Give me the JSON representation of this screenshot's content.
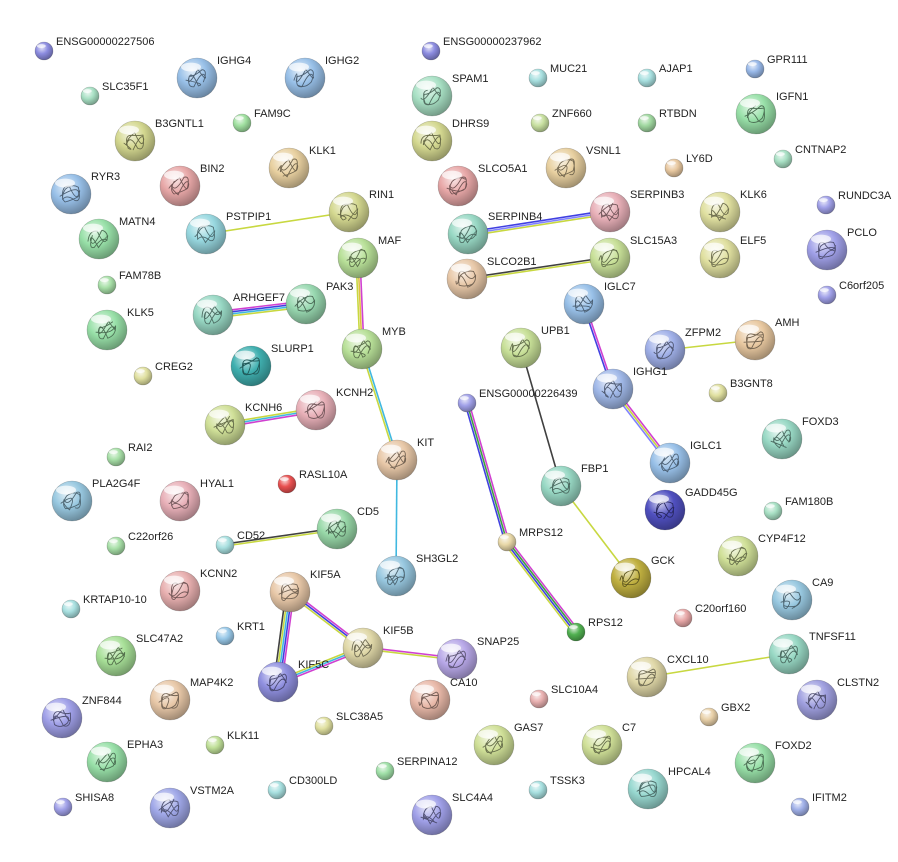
{
  "nodes": [
    {
      "id": "ENSG00000227506",
      "label": "ENSG00000227506",
      "color": "#8c8ce0",
      "size": "s",
      "structure": false
    },
    {
      "id": "ENSG00000237962",
      "label": "ENSG00000237962",
      "color": "#8c8ce0",
      "size": "s",
      "structure": false
    },
    {
      "id": "SLC35F1",
      "label": "SLC35F1",
      "color": "#a8e0c4",
      "size": "s",
      "structure": false
    },
    {
      "id": "IGHG4",
      "label": "IGHG4",
      "color": "#98c0e8",
      "size": "l",
      "structure": true
    },
    {
      "id": "IGHG2",
      "label": "IGHG2",
      "color": "#98c0e8",
      "size": "l",
      "structure": true
    },
    {
      "id": "SPAM1",
      "label": "SPAM1",
      "color": "#a8e0c4",
      "size": "l",
      "structure": true
    },
    {
      "id": "MUC21",
      "label": "MUC21",
      "color": "#a8e0e0",
      "size": "s",
      "structure": false
    },
    {
      "id": "AJAP1",
      "label": "AJAP1",
      "color": "#a8e0e0",
      "size": "s",
      "structure": false
    },
    {
      "id": "GPR111",
      "label": "GPR111",
      "color": "#98b8e8",
      "size": "s",
      "structure": false
    },
    {
      "id": "IGFN1",
      "label": "IGFN1",
      "color": "#98e0a8",
      "size": "l",
      "structure": true
    },
    {
      "id": "FAM9C",
      "label": "FAM9C",
      "color": "#a0e0a0",
      "size": "s",
      "structure": false
    },
    {
      "id": "B3GNTL1",
      "label": "B3GNTL1",
      "color": "#d4d890",
      "size": "l",
      "structure": true
    },
    {
      "id": "DHRS9",
      "label": "DHRS9",
      "color": "#d4d890",
      "size": "l",
      "structure": true
    },
    {
      "id": "ZNF660",
      "label": "ZNF660",
      "color": "#c8e0a0",
      "size": "s",
      "structure": false
    },
    {
      "id": "RTBDN",
      "label": "RTBDN",
      "color": "#a0d8a0",
      "size": "s",
      "structure": false
    },
    {
      "id": "KLK1",
      "label": "KLK1",
      "color": "#e8d0a0",
      "size": "l",
      "structure": true
    },
    {
      "id": "BIN2",
      "label": "BIN2",
      "color": "#e8a8a8",
      "size": "l",
      "structure": true
    },
    {
      "id": "SLCO5A1",
      "label": "SLCO5A1",
      "color": "#e8a8a8",
      "size": "l",
      "structure": true
    },
    {
      "id": "VSNL1",
      "label": "VSNL1",
      "color": "#e8d0a0",
      "size": "l",
      "structure": true
    },
    {
      "id": "LY6D",
      "label": "LY6D",
      "color": "#e8c8a0",
      "size": "s",
      "structure": false
    },
    {
      "id": "CNTNAP2",
      "label": "CNTNAP2",
      "color": "#a8e0c4",
      "size": "s",
      "structure": false
    },
    {
      "id": "RYR3",
      "label": "RYR3",
      "color": "#98c0e8",
      "size": "l",
      "structure": true
    },
    {
      "id": "RIN1",
      "label": "RIN1",
      "color": "#d4d890",
      "size": "l",
      "structure": true
    },
    {
      "id": "PSTPIP1",
      "label": "PSTPIP1",
      "color": "#98d8e0",
      "size": "l",
      "structure": true
    },
    {
      "id": "SERPINB3",
      "label": "SERPINB3",
      "color": "#e8b0b8",
      "size": "l",
      "structure": true
    },
    {
      "id": "KLK6",
      "label": "KLK6",
      "color": "#e0e0a0",
      "size": "l",
      "structure": true
    },
    {
      "id": "RUNDC3A",
      "label": "RUNDC3A",
      "color": "#a0a0e8",
      "size": "s",
      "structure": false
    },
    {
      "id": "MATN4",
      "label": "MATN4",
      "color": "#98e0a8",
      "size": "l",
      "structure": true
    },
    {
      "id": "SERPINB4",
      "label": "SERPINB4",
      "color": "#98d8c4",
      "size": "l",
      "structure": true
    },
    {
      "id": "MAF",
      "label": "MAF",
      "color": "#b8e098",
      "size": "l",
      "structure": true
    },
    {
      "id": "SLC15A3",
      "label": "SLC15A3",
      "color": "#c8e098",
      "size": "l",
      "structure": true
    },
    {
      "id": "ELF5",
      "label": "ELF5",
      "color": "#e0e0a0",
      "size": "l",
      "structure": true
    },
    {
      "id": "PCLO",
      "label": "PCLO",
      "color": "#a0a0e8",
      "size": "l",
      "structure": true
    },
    {
      "id": "FAM78B",
      "label": "FAM78B",
      "color": "#a8e0a8",
      "size": "s",
      "structure": false
    },
    {
      "id": "SLCO2B1",
      "label": "SLCO2B1",
      "color": "#e8c8a8",
      "size": "l",
      "structure": true
    },
    {
      "id": "PAK3",
      "label": "PAK3",
      "color": "#98d8b0",
      "size": "l",
      "structure": true
    },
    {
      "id": "IGLC7",
      "label": "IGLC7",
      "color": "#98c0e8",
      "size": "l",
      "structure": true
    },
    {
      "id": "C6orf205",
      "label": "C6orf205",
      "color": "#a0a0e8",
      "size": "s",
      "structure": false
    },
    {
      "id": "ARHGEF7",
      "label": "ARHGEF7",
      "color": "#98d8c4",
      "size": "l",
      "structure": true
    },
    {
      "id": "KLK5",
      "label": "KLK5",
      "color": "#98e0a8",
      "size": "l",
      "structure": true
    },
    {
      "id": "MYB",
      "label": "MYB",
      "color": "#b8e098",
      "size": "l",
      "structure": true
    },
    {
      "id": "UPB1",
      "label": "UPB1",
      "color": "#c8e098",
      "size": "l",
      "structure": true
    },
    {
      "id": "ZFPM2",
      "label": "ZFPM2",
      "color": "#a0b0e8",
      "size": "l",
      "structure": true
    },
    {
      "id": "AMH",
      "label": "AMH",
      "color": "#e8c8a0",
      "size": "l",
      "structure": true
    },
    {
      "id": "SLURP1",
      "label": "SLURP1",
      "color": "#40b0b0",
      "size": "l",
      "structure": true
    },
    {
      "id": "CREG2",
      "label": "CREG2",
      "color": "#e0e0a0",
      "size": "s",
      "structure": false
    },
    {
      "id": "KCNH2",
      "label": "KCNH2",
      "color": "#e8b0b8",
      "size": "l",
      "structure": true
    },
    {
      "id": "ENSG00000226439",
      "label": "ENSG00000226439",
      "color": "#a0a0e8",
      "size": "s",
      "structure": false
    },
    {
      "id": "IGHG1",
      "label": "IGHG1",
      "color": "#a0b8e8",
      "size": "l",
      "structure": true
    },
    {
      "id": "B3GNT8",
      "label": "B3GNT8",
      "color": "#e0e0a0",
      "size": "s",
      "structure": false
    },
    {
      "id": "KCNH6",
      "label": "KCNH6",
      "color": "#d0e098",
      "size": "l",
      "structure": true
    },
    {
      "id": "FOXD3",
      "label": "FOXD3",
      "color": "#98d8c4",
      "size": "l",
      "structure": true
    },
    {
      "id": "KIT",
      "label": "KIT",
      "color": "#e8c8a8",
      "size": "l",
      "structure": true
    },
    {
      "id": "IGLC1",
      "label": "IGLC1",
      "color": "#98c0e8",
      "size": "l",
      "structure": true
    },
    {
      "id": "RAI2",
      "label": "RAI2",
      "color": "#a8e0a8",
      "size": "s",
      "structure": false
    },
    {
      "id": "PLA2G4F",
      "label": "PLA2G4F",
      "color": "#98c8e0",
      "size": "l",
      "structure": true
    },
    {
      "id": "HYAL1",
      "label": "HYAL1",
      "color": "#e8b0b8",
      "size": "l",
      "structure": true
    },
    {
      "id": "RASL10A",
      "label": "RASL10A",
      "color": "#e85050",
      "size": "s",
      "structure": false
    },
    {
      "id": "FBP1",
      "label": "FBP1",
      "color": "#98d8c4",
      "size": "l",
      "structure": true
    },
    {
      "id": "GADD45G",
      "label": "GADD45G",
      "color": "#5050c0",
      "size": "l",
      "structure": true
    },
    {
      "id": "FAM180B",
      "label": "FAM180B",
      "color": "#a8e0c4",
      "size": "s",
      "structure": false
    },
    {
      "id": "CD5",
      "label": "CD5",
      "color": "#98d8a8",
      "size": "l",
      "structure": true
    },
    {
      "id": "C22orf26",
      "label": "C22orf26",
      "color": "#a8e0a8",
      "size": "s",
      "structure": false
    },
    {
      "id": "CD52",
      "label": "CD52",
      "color": "#a8e0e0",
      "size": "s",
      "structure": false
    },
    {
      "id": "MRPS12",
      "label": "MRPS12",
      "color": "#e8d8a8",
      "size": "s",
      "structure": false
    },
    {
      "id": "CYP4F12",
      "label": "CYP4F12",
      "color": "#d0e098",
      "size": "l",
      "structure": true
    },
    {
      "id": "SH3GL2",
      "label": "SH3GL2",
      "color": "#98c8e0",
      "size": "l",
      "structure": true
    },
    {
      "id": "GCK",
      "label": "GCK",
      "color": "#c0b040",
      "size": "l",
      "structure": true
    },
    {
      "id": "KCNN2",
      "label": "KCNN2",
      "color": "#e8b0b0",
      "size": "l",
      "structure": true
    },
    {
      "id": "KIF5A",
      "label": "KIF5A",
      "color": "#e8c8a8",
      "size": "l",
      "structure": true
    },
    {
      "id": "CA9",
      "label": "CA9",
      "color": "#98c8e0",
      "size": "l",
      "structure": true
    },
    {
      "id": "KRTAP10-10",
      "label": "KRTAP10-10",
      "color": "#a8e0e0",
      "size": "s",
      "structure": false
    },
    {
      "id": "RPS12",
      "label": "RPS12",
      "color": "#50b050",
      "size": "s",
      "structure": false
    },
    {
      "id": "C20orf160",
      "label": "C20orf160",
      "color": "#e8a8a8",
      "size": "s",
      "structure": false
    },
    {
      "id": "KRT1",
      "label": "KRT1",
      "color": "#98c8e8",
      "size": "s",
      "structure": false
    },
    {
      "id": "KIF5B",
      "label": "KIF5B",
      "color": "#e0d8a8",
      "size": "l",
      "structure": true
    },
    {
      "id": "SLC47A2",
      "label": "SLC47A2",
      "color": "#a8e098",
      "size": "l",
      "structure": true
    },
    {
      "id": "TNFSF11",
      "label": "TNFSF11",
      "color": "#98d8c4",
      "size": "l",
      "structure": true
    },
    {
      "id": "SNAP25",
      "label": "SNAP25",
      "color": "#b8a8e8",
      "size": "l",
      "structure": true
    },
    {
      "id": "KIF5C",
      "label": "KIF5C",
      "color": "#9090e0",
      "size": "l",
      "structure": true
    },
    {
      "id": "CXCL10",
      "label": "CXCL10",
      "color": "#e0d8a8",
      "size": "l",
      "structure": true
    },
    {
      "id": "MAP4K2",
      "label": "MAP4K2",
      "color": "#e8c8a8",
      "size": "l",
      "structure": true
    },
    {
      "id": "CA10",
      "label": "CA10",
      "color": "#e8b8a8",
      "size": "l",
      "structure": true
    },
    {
      "id": "SLC10A4",
      "label": "SLC10A4",
      "color": "#e8b0b0",
      "size": "s",
      "structure": false
    },
    {
      "id": "ZNF844",
      "label": "ZNF844",
      "color": "#a0a0e8",
      "size": "l",
      "structure": true
    },
    {
      "id": "CLSTN2",
      "label": "CLSTN2",
      "color": "#a0a0e0",
      "size": "l",
      "structure": true
    },
    {
      "id": "GBX2",
      "label": "GBX2",
      "color": "#e8d0a8",
      "size": "s",
      "structure": false
    },
    {
      "id": "KLK11",
      "label": "KLK11",
      "color": "#c0e098",
      "size": "s",
      "structure": false
    },
    {
      "id": "SLC38A5",
      "label": "SLC38A5",
      "color": "#e0e0a0",
      "size": "s",
      "structure": false
    },
    {
      "id": "EPHA3",
      "label": "EPHA3",
      "color": "#98e0a8",
      "size": "l",
      "structure": true
    },
    {
      "id": "GAS7",
      "label": "GAS7",
      "color": "#d0e098",
      "size": "l",
      "structure": true
    },
    {
      "id": "C7",
      "label": "C7",
      "color": "#d0e098",
      "size": "l",
      "structure": true
    },
    {
      "id": "FOXD2",
      "label": "FOXD2",
      "color": "#98e0a8",
      "size": "l",
      "structure": true
    },
    {
      "id": "SERPINA12",
      "label": "SERPINA12",
      "color": "#a0e0a8",
      "size": "s",
      "structure": false
    },
    {
      "id": "CD300LD",
      "label": "CD300LD",
      "color": "#a8e0e0",
      "size": "s",
      "structure": false
    },
    {
      "id": "HPCAL4",
      "label": "HPCAL4",
      "color": "#98d8d0",
      "size": "l",
      "structure": true
    },
    {
      "id": "TSSK3",
      "label": "TSSK3",
      "color": "#a8e0e0",
      "size": "s",
      "structure": false
    },
    {
      "id": "SHISA8",
      "label": "SHISA8",
      "color": "#a0a0e8",
      "size": "s",
      "structure": false
    },
    {
      "id": "VSTM2A",
      "label": "VSTM2A",
      "color": "#a0a8e8",
      "size": "l",
      "structure": true
    },
    {
      "id": "SLC4A4",
      "label": "SLC4A4",
      "color": "#a0a0e8",
      "size": "l",
      "structure": true
    },
    {
      "id": "IFITM2",
      "label": "IFITM2",
      "color": "#a0b0e8",
      "size": "s",
      "structure": false
    }
  ],
  "edges": [
    {
      "source": "RIN1",
      "target": "PSTPIP1",
      "colors": [
        "#c8d840"
      ]
    },
    {
      "source": "SERPINB4",
      "target": "SERPINB3",
      "colors": [
        "#4040e0",
        "#8080ff",
        "#c8d840"
      ]
    },
    {
      "source": "SLCO2B1",
      "target": "SLC15A3",
      "colors": [
        "#404040",
        "#c8d840"
      ]
    },
    {
      "source": "ARHGEF7",
      "target": "PAK3",
      "colors": [
        "#d040d0",
        "#4040e0",
        "#40b8e0",
        "#c8d840"
      ]
    },
    {
      "source": "MAF",
      "target": "MYB",
      "colors": [
        "#d040d0",
        "#e0c040",
        "#c8d840"
      ]
    },
    {
      "source": "MYB",
      "target": "KIT",
      "colors": [
        "#40b8e0",
        "#c8d840"
      ]
    },
    {
      "source": "KCNH6",
      "target": "KCNH2",
      "colors": [
        "#c8d840",
        "#40b8e0",
        "#d040d0"
      ]
    },
    {
      "source": "KIT",
      "target": "SH3GL2",
      "colors": [
        "#40b8e0"
      ]
    },
    {
      "source": "CD52",
      "target": "CD5",
      "colors": [
        "#404040",
        "#c8d840"
      ]
    },
    {
      "source": "IGLC7",
      "target": "IGHG1",
      "colors": [
        "#d040d0",
        "#4040e0"
      ]
    },
    {
      "source": "IGHG1",
      "target": "IGLC1",
      "colors": [
        "#d040d0",
        "#c8d840",
        "#8080ff"
      ]
    },
    {
      "source": "ZFPM2",
      "target": "AMH",
      "colors": [
        "#c8d840"
      ]
    },
    {
      "source": "UPB1",
      "target": "FBP1",
      "colors": [
        "#404040"
      ]
    },
    {
      "source": "FBP1",
      "target": "GCK",
      "colors": [
        "#c8d840"
      ]
    },
    {
      "source": "ENSG00000226439",
      "target": "MRPS12",
      "colors": [
        "#d040d0",
        "#40a040",
        "#4040e0"
      ]
    },
    {
      "source": "MRPS12",
      "target": "RPS12",
      "colors": [
        "#d040d0",
        "#40a040",
        "#4040e0",
        "#c8d840"
      ]
    },
    {
      "source": "KIF5A",
      "target": "KIF5C",
      "colors": [
        "#d040d0",
        "#4040e0",
        "#40b8e0",
        "#c8d840",
        "#404040"
      ]
    },
    {
      "source": "KIF5A",
      "target": "KIF5B",
      "colors": [
        "#d040d0",
        "#4040e0",
        "#c8d840"
      ]
    },
    {
      "source": "KIF5B",
      "target": "KIF5C",
      "colors": [
        "#d040d0",
        "#40b8e0",
        "#c8d840"
      ]
    },
    {
      "source": "KIF5B",
      "target": "SNAP25",
      "colors": [
        "#d040d0",
        "#c8d840"
      ]
    },
    {
      "source": "CXCL10",
      "target": "TNFSF11",
      "colors": [
        "#c8d840"
      ]
    }
  ]
}
